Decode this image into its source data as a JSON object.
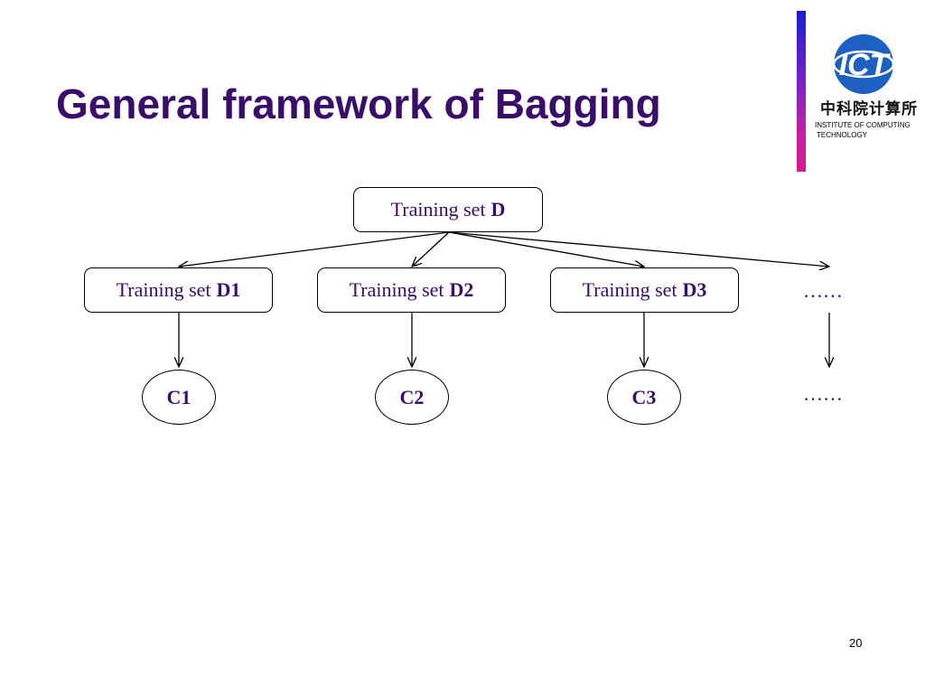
{
  "slide": {
    "title": "General framework of Bagging",
    "page_number": "20"
  },
  "logo": {
    "letters": "ICT",
    "chinese": "中科院计算所",
    "english_line1": "INSTITUTE OF COMPUTING",
    "english_line2": "TECHNOLOGY"
  },
  "diagram": {
    "root": {
      "prefix": "Training set",
      "name": "D"
    },
    "subsets": [
      {
        "prefix": "Training set",
        "name": "D1"
      },
      {
        "prefix": "Training set",
        "name": "D2"
      },
      {
        "prefix": "Training set",
        "name": "D3"
      }
    ],
    "subset_more": "……",
    "classifiers": [
      "C1",
      "C2",
      "C3"
    ],
    "classifier_more": "……"
  },
  "colors": {
    "title": "#3a0d6b",
    "text": "#3a0d6b",
    "accent_bar_top": "#1a1fd0",
    "accent_bar_bottom": "#d91b8c",
    "logo_blue": "#1e5fc4"
  }
}
